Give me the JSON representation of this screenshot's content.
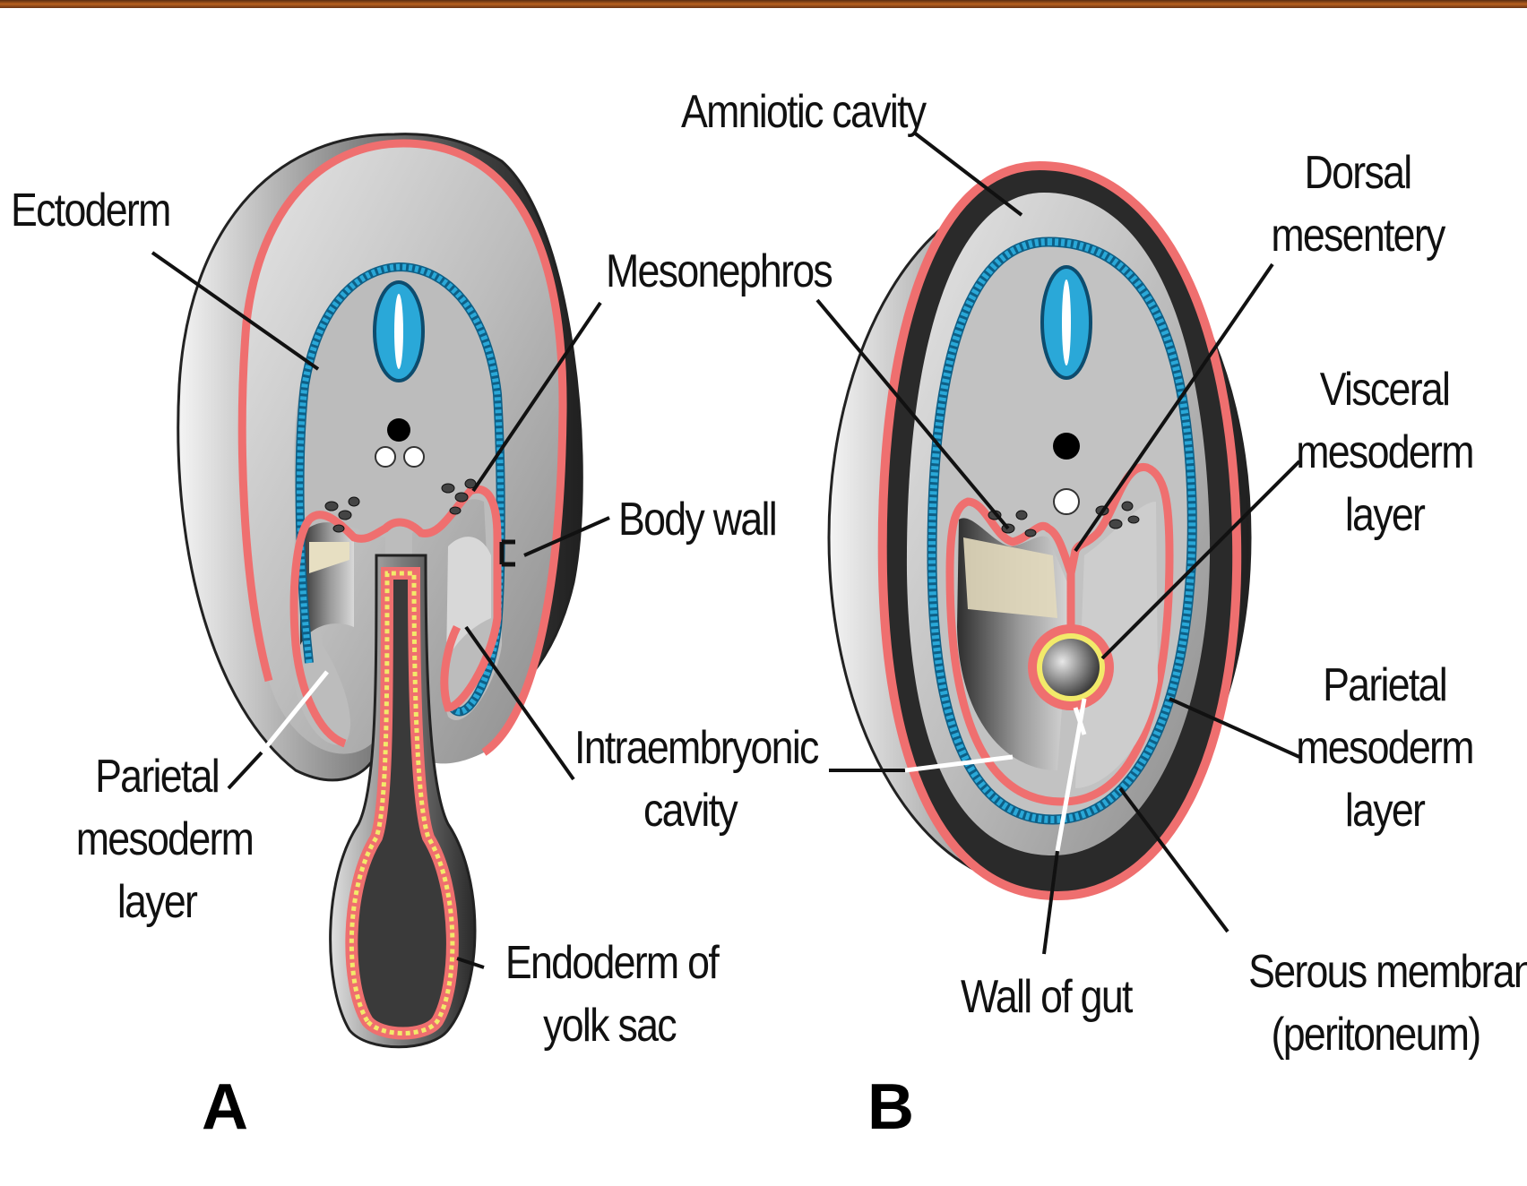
{
  "panels": {
    "a": "A",
    "b": "B"
  },
  "labels": {
    "ectoderm": "Ectoderm",
    "mesonephros": "Mesonephros",
    "body_wall": "Body wall",
    "intraembryonic_cavity": [
      "Intraembryonic",
      "cavity"
    ],
    "parietal_mesoderm_a": [
      "Parietal",
      "mesoderm",
      "layer"
    ],
    "endoderm_yolk_sac": [
      "Endoderm of",
      "yolk sac"
    ],
    "amniotic_cavity": "Amniotic cavity",
    "dorsal_mesentery": [
      "Dorsal",
      "mesentery"
    ],
    "visceral_mesoderm": [
      "Visceral",
      "mesoderm",
      "layer"
    ],
    "parietal_mesoderm_b": [
      "Parietal",
      "mesoderm",
      "layer"
    ],
    "wall_of_gut": "Wall of gut",
    "serous_membrane": [
      "Serous membrane",
      "(peritoneum)"
    ]
  },
  "colors": {
    "mesoderm": "#ef6f6f",
    "ectoderm": "#2aa8d8",
    "endoderm": "#f2ea6a",
    "tissue": "#b9b9b9",
    "header": "#a4581d"
  }
}
